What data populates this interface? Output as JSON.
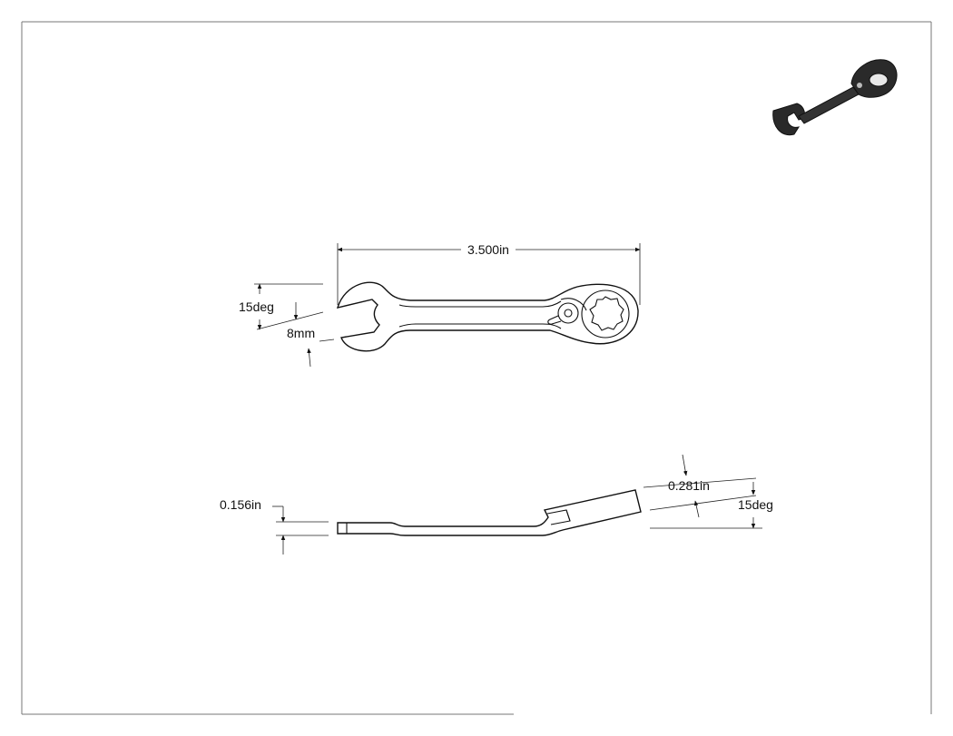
{
  "drawing": {
    "top_view": {
      "length_dim": "3.500in",
      "angle_dim": "15deg",
      "opening_dim": "8mm"
    },
    "side_view": {
      "thickness_dim": "0.156in",
      "head_thickness_dim": "0.281in",
      "offset_angle_dim": "15deg"
    }
  },
  "icons": {
    "preview": "wrench-isometric-icon"
  },
  "colors": {
    "line": "#111111",
    "frame": "#777777",
    "preview_fill": "#2a2a2a"
  }
}
